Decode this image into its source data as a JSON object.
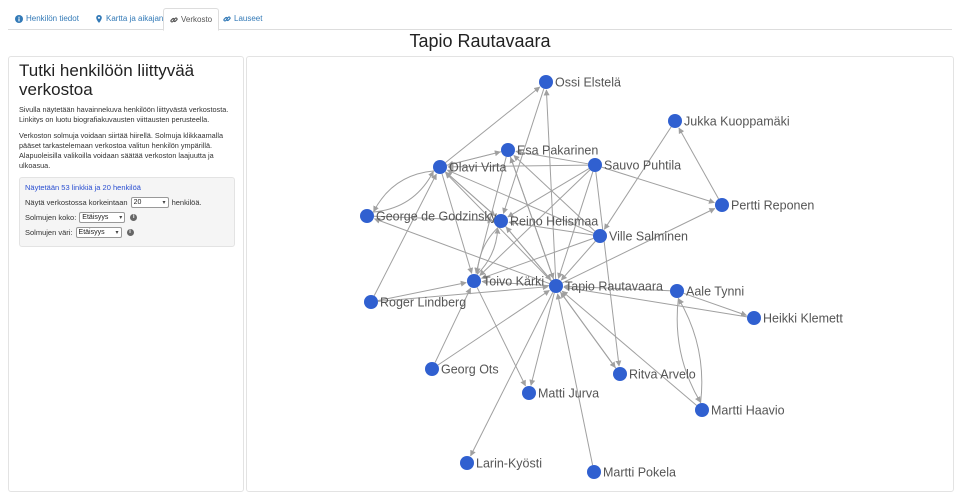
{
  "tabs": [
    {
      "label": "Henkilön tiedot",
      "icon": "info-icon",
      "active": false
    },
    {
      "label": "Kartta ja aikajana",
      "icon": "map-marker-icon",
      "active": false
    },
    {
      "label": "Verkosto",
      "icon": "link-icon",
      "active": true
    },
    {
      "label": "Lauseet",
      "icon": "link-icon",
      "active": false
    }
  ],
  "page_title": "Tapio Rautavaara",
  "left": {
    "title": "Tutki henkilöön liittyvää verkostoa",
    "p1": "Sivulla näytetään havainnekuva henkilöön liittyvästä verkostosta. Linkitys on luotu biografiakuvausten viittausten perusteella.",
    "p2": "Verkoston solmuja voidaan siirtää hiirellä. Solmuja klikkaamalla pääset tarkastelemaan verkostoa valitun henkilön ympärillä. Alapuoleisilla valikoilla voidaan säätää verkoston laajuutta ja ulkoasua.",
    "summary": "Näytetään 53 linkkiä ja 20 henkilöä",
    "count_label_pre": "Näytä verkostossa korkeintaan",
    "count_value": "20",
    "count_label_post": "henkilöä.",
    "size_label": "Solmujen koko:",
    "size_value": "Etäisyys",
    "color_label": "Solmujen väri:",
    "color_value": "Etäisyys"
  },
  "network": {
    "node_color": "#3060d0",
    "edge_color": "#a0a0a0",
    "nodes": [
      {
        "id": "tapio",
        "label": "Tapio Rautavaara"
      },
      {
        "id": "ossi",
        "label": "Ossi Elstelä"
      },
      {
        "id": "jukka",
        "label": "Jukka Kuoppamäki"
      },
      {
        "id": "esa",
        "label": "Esa Pakarinen"
      },
      {
        "id": "olavi",
        "label": "Olavi Virta"
      },
      {
        "id": "sauvo",
        "label": "Sauvo Puhtila"
      },
      {
        "id": "pertti",
        "label": "Pertti Reponen"
      },
      {
        "id": "george",
        "label": "George de Godzinsky"
      },
      {
        "id": "reino",
        "label": "Reino Helismaa"
      },
      {
        "id": "ville",
        "label": "Ville Salminen"
      },
      {
        "id": "toivo",
        "label": "Toivo Kärki"
      },
      {
        "id": "aale",
        "label": "Aale Tynni"
      },
      {
        "id": "roger",
        "label": "Roger Lindberg"
      },
      {
        "id": "heikki",
        "label": "Heikki Klemett"
      },
      {
        "id": "georg",
        "label": "Georg Ots"
      },
      {
        "id": "ritva",
        "label": "Ritva Arvelo"
      },
      {
        "id": "matti",
        "label": "Matti Jurva"
      },
      {
        "id": "martti_h",
        "label": "Martti Haavio"
      },
      {
        "id": "larin",
        "label": "Larin-Kyösti"
      },
      {
        "id": "martti_p",
        "label": "Martti Pokela"
      }
    ],
    "edges": [
      [
        "tapio",
        "ossi"
      ],
      [
        "tapio",
        "esa"
      ],
      [
        "tapio",
        "olavi"
      ],
      [
        "tapio",
        "reino"
      ],
      [
        "tapio",
        "toivo"
      ],
      [
        "tapio",
        "george"
      ],
      [
        "tapio",
        "larin"
      ],
      [
        "tapio",
        "matti"
      ],
      [
        "tapio",
        "ritva"
      ],
      [
        "tapio",
        "pertti"
      ],
      [
        "sauvo",
        "tapio"
      ],
      [
        "ville",
        "tapio"
      ],
      [
        "aale",
        "tapio"
      ],
      [
        "heikki",
        "tapio"
      ],
      [
        "martti_h",
        "tapio"
      ],
      [
        "martti_p",
        "tapio"
      ],
      [
        "georg",
        "tapio"
      ],
      [
        "roger",
        "tapio"
      ],
      [
        "reino",
        "tapio"
      ],
      [
        "esa",
        "tapio"
      ],
      [
        "olavi",
        "ossi"
      ],
      [
        "olavi",
        "esa"
      ],
      [
        "olavi",
        "reino"
      ],
      [
        "olavi",
        "toivo"
      ],
      [
        "olavi",
        "george"
      ],
      [
        "george",
        "olavi"
      ],
      [
        "esa",
        "olavi"
      ],
      [
        "reino",
        "olavi"
      ],
      [
        "sauvo",
        "olavi"
      ],
      [
        "ville",
        "olavi"
      ],
      [
        "roger",
        "olavi"
      ],
      [
        "sauvo",
        "esa"
      ],
      [
        "sauvo",
        "reino"
      ],
      [
        "sauvo",
        "toivo"
      ],
      [
        "sauvo",
        "pertti"
      ],
      [
        "sauvo",
        "ritva"
      ],
      [
        "ville",
        "reino"
      ],
      [
        "ville",
        "toivo"
      ],
      [
        "ville",
        "esa"
      ],
      [
        "jukka",
        "ville"
      ],
      [
        "pertti",
        "jukka"
      ],
      [
        "george",
        "reino"
      ],
      [
        "reino",
        "toivo"
      ],
      [
        "toivo",
        "reino"
      ],
      [
        "esa",
        "toivo"
      ],
      [
        "toivo",
        "matti"
      ],
      [
        "roger",
        "toivo"
      ],
      [
        "georg",
        "toivo"
      ],
      [
        "aale",
        "martti_h"
      ],
      [
        "martti_h",
        "aale"
      ],
      [
        "aale",
        "heikki"
      ],
      [
        "ritva",
        "tapio"
      ],
      [
        "ossi",
        "reino"
      ]
    ]
  }
}
